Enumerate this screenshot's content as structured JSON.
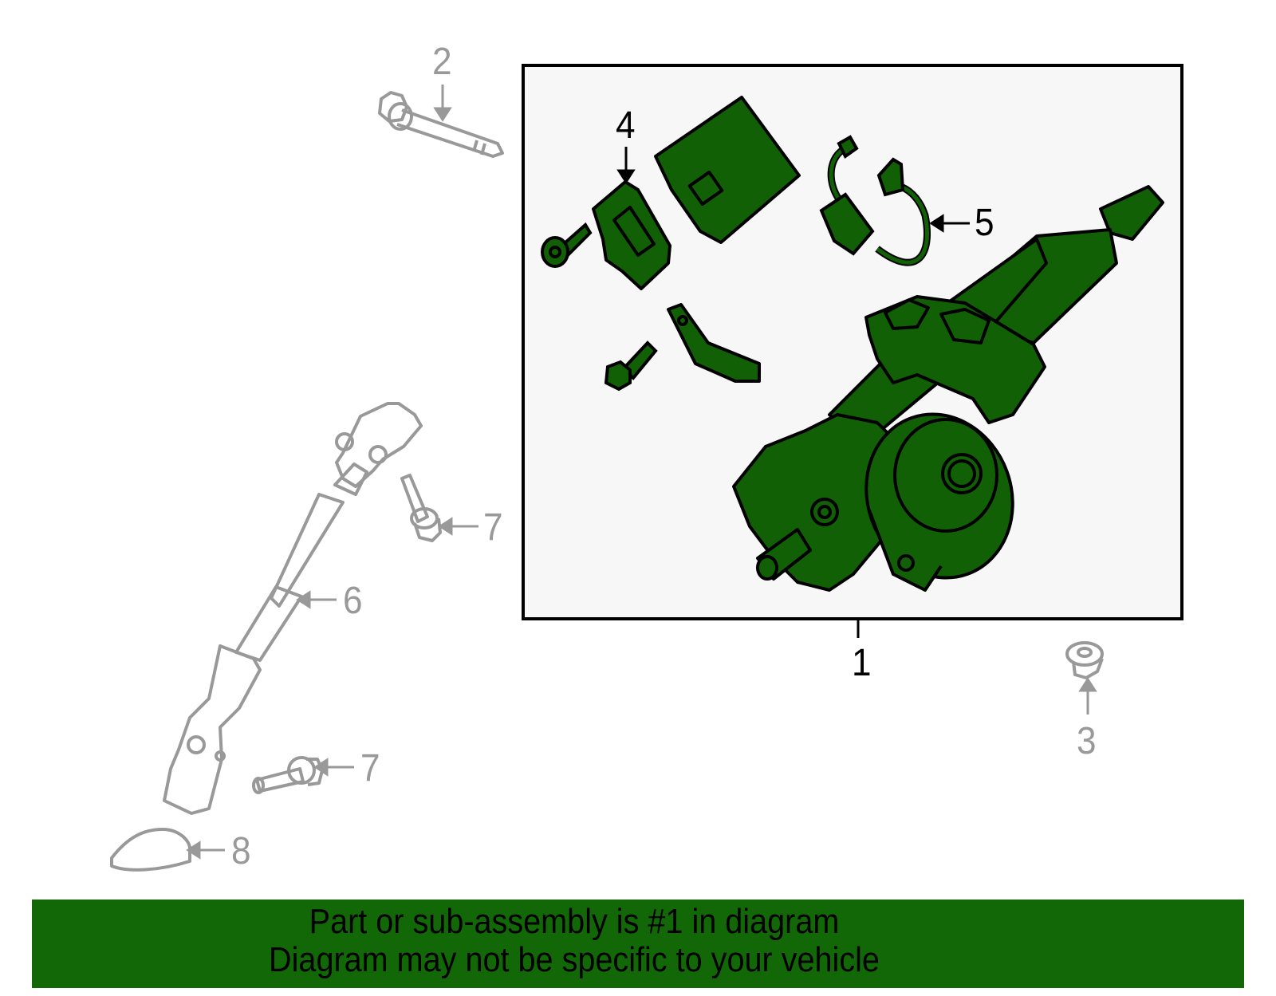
{
  "diagram": {
    "type": "exploded-parts-diagram",
    "subject": "Steering column assembly",
    "colors": {
      "assembly_fill": "#126006",
      "assembly_outline": "#000000",
      "box_background": "#f7f7f7",
      "box_border": "#000000",
      "related_parts_stroke": "#999999",
      "banner_background": "#126806",
      "banner_text": "#000000"
    },
    "callouts": [
      {
        "number": "1",
        "part": "steering-column-assembly",
        "style": "black",
        "highlighted": true
      },
      {
        "number": "2",
        "part": "bolt",
        "style": "gray"
      },
      {
        "number": "3",
        "part": "nut",
        "style": "gray"
      },
      {
        "number": "4",
        "part": "bracket-module",
        "style": "black"
      },
      {
        "number": "5",
        "part": "wire-harness",
        "style": "black"
      },
      {
        "number": "6",
        "part": "intermediate-shaft",
        "style": "gray"
      },
      {
        "number": "7",
        "part": "bolt-upper",
        "style": "gray"
      },
      {
        "number": "7b",
        "label": "7",
        "part": "bolt-lower",
        "style": "gray"
      },
      {
        "number": "8",
        "part": "seal",
        "style": "gray"
      }
    ]
  },
  "labels": {
    "c1": "1",
    "c2": "2",
    "c3": "3",
    "c4": "4",
    "c5": "5",
    "c6": "6",
    "c7a": "7",
    "c7b": "7",
    "c8": "8"
  },
  "banner": {
    "line1": "Part or sub-assembly is #1 in diagram",
    "line2": "Diagram may not be specific to your vehicle"
  }
}
